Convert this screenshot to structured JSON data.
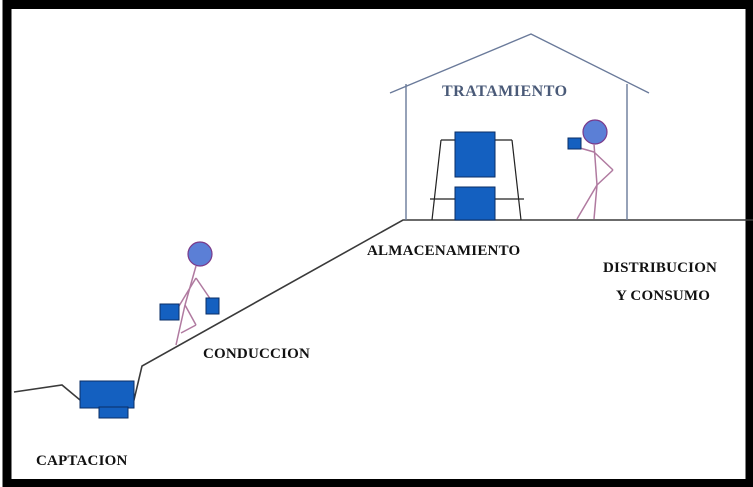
{
  "labels": {
    "captacion": "CAPTACION",
    "conduccion": "CONDUCCION",
    "almacenamiento": "ALMACENAMIENTO",
    "tratamiento": "TRATAMIENTO",
    "distribucion_line1": "DISTRIBUCION",
    "distribucion_line2": "Y CONSUMO"
  },
  "colors": {
    "frame": "#000000",
    "terrain": "#3a3a3a",
    "tank_blue": "#1460c0",
    "tank_border": "#0a2e66",
    "head_fill": "#5b7fd6",
    "head_stroke": "#7a3a8a",
    "figure_stroke": "#b07aa0",
    "house_stroke": "#6a7a9a",
    "label_tratamiento": "#4a5a78"
  },
  "icons": {
    "intake_structure": "blue-intake-tank",
    "storage_tank": "blue-storage-tank",
    "worker_carrying": "stick-figure-carrying-buckets",
    "consumer": "stick-figure-holding-container"
  }
}
